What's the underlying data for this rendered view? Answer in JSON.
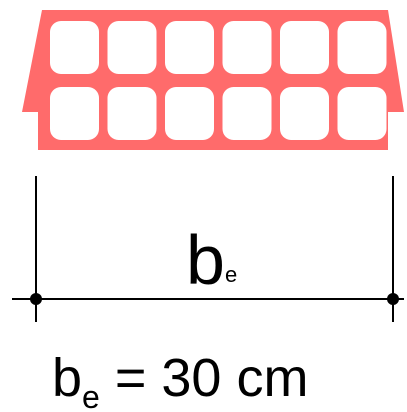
{
  "diagram": {
    "block": {
      "name": "hollow-brick-block",
      "rows": 2,
      "columns": 6,
      "fill_color": "#ff6b6b",
      "hole_color": "#ffffff"
    },
    "dimension": {
      "label_main": "b",
      "label_sub": "e",
      "line_color": "#000000"
    },
    "equation": {
      "lhs_main": "b",
      "lhs_sub": "e",
      "rhs": " = 30 cm"
    }
  }
}
